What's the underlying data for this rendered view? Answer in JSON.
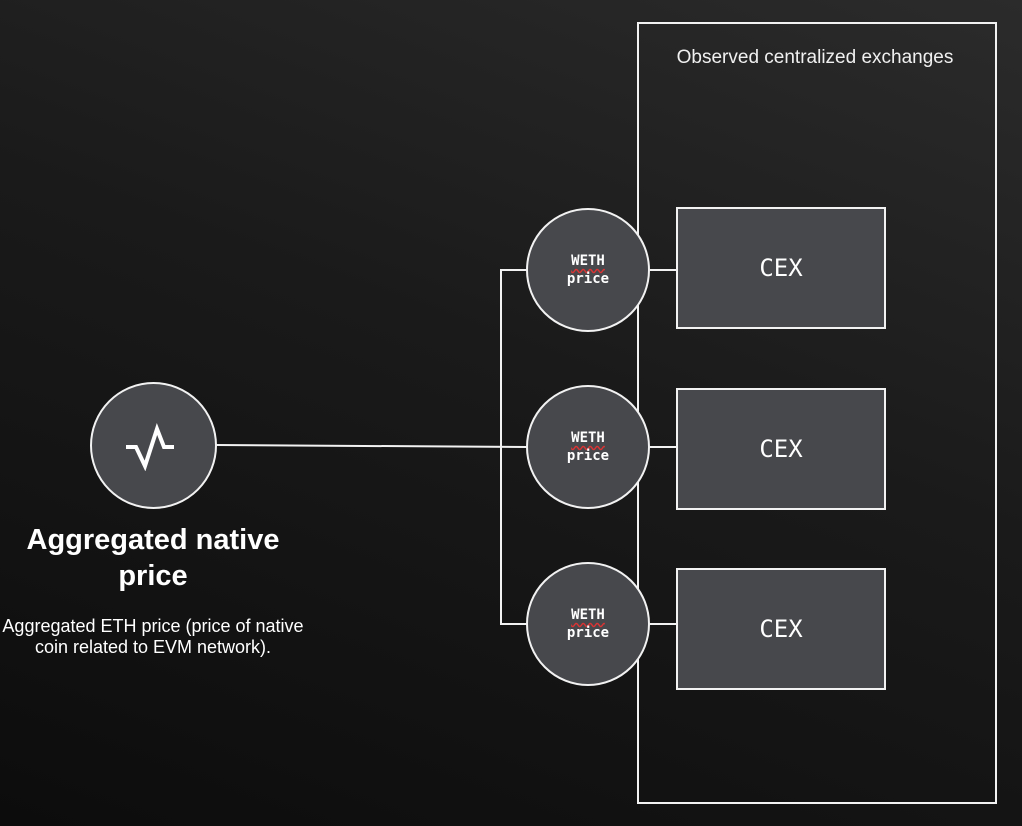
{
  "group": {
    "title": "Observed centralized exchanges"
  },
  "aggregate": {
    "icon": "pulse-icon",
    "title": "Aggregated native price",
    "description": "Aggregated ETH price (price of native coin related to EVM network)."
  },
  "sources": [
    {
      "token": "WETH",
      "label": "price",
      "exchange": "CEX"
    },
    {
      "token": "WETH",
      "label": "price",
      "exchange": "CEX"
    },
    {
      "token": "WETH",
      "label": "price",
      "exchange": "CEX"
    }
  ]
}
